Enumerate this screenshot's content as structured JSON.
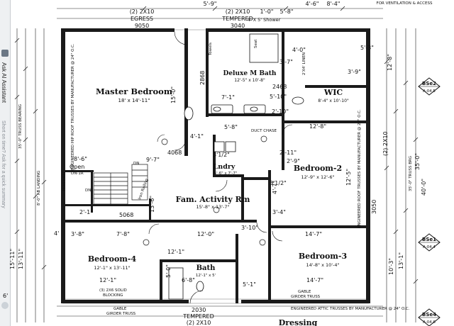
{
  "sidebar": {
    "title": "Ask AI Assistant",
    "hint": "Short on time? Ask for a quick summary"
  },
  "top": {
    "egress_left": [
      "(2) 2X10",
      "EGRESS",
      "9050"
    ],
    "egress_mid": [
      "(2) 2X10",
      "TEMPERED",
      "3040"
    ],
    "dims": [
      "5'-9\"",
      "1'-0\"",
      "5'-8\"",
      "4'-6\"",
      "8'-4\""
    ],
    "vent_note": "FOR VENTILATION & ACCESS",
    "shower": "4' X 5' Shower"
  },
  "rooms": {
    "master": {
      "name": "Master Bedroom",
      "size": "18' x 14'-11\""
    },
    "deluxe": {
      "name": "Deluxe M Bath",
      "size": "12'-5\" x 10'-8\""
    },
    "wic": {
      "name": "WIC",
      "size": "8'-4\" x 10'-10\""
    },
    "laundry": {
      "name": "Lndry",
      "size": "5'-6\" x 7'-7\""
    },
    "bed2": {
      "name": "Bedroom-2",
      "size": "12'-9\" x 12'-6\""
    },
    "family": {
      "name": "Fam. Activity Rm",
      "size": "15'-8\" x 13'-7\""
    },
    "bed4": {
      "name": "Bedroom-4",
      "size": "12'-1\" x 13'-11\""
    },
    "bath": {
      "name": "Bath",
      "size": "12'-1\" x 5'"
    },
    "bed3": {
      "name": "Bedroom-3",
      "size": "14'-8\" x 10'-4\""
    },
    "dressing": {
      "name": "Dressing"
    }
  },
  "notes": {
    "hip_truss": "ENGINEERED HIP ROOF TRUSSES BY MANUFACTURER @ 24\" O.C.",
    "roof_truss": "ENGINEERED ROOF TRUSSES BY MANUFACTURER @ 24\" O.C.",
    "attic_truss": "ENGINEERED ATTIC TRUSSES BY MANUFACTURER @ 24\" O.C.",
    "gable_left": [
      "GABLE",
      "GIRDER TRUSS"
    ],
    "gable_right": [
      "GABLE",
      "GIRDER TRUSS"
    ],
    "blocking": [
      "(3) 2X6 SOLID",
      "BLOCKING"
    ],
    "linen": "2'X4' LINEN",
    "chase": "DUCT CHASE",
    "tempered": "TEMPERED",
    "open": "Open",
    "open_sub": "DN-1R",
    "dn": "DN",
    "rail": "Iron Railing",
    "towels": "Towels",
    "seat": "Seat",
    "truss_bearing": "35'-0\" TRUSS BEARING",
    "truss_brg": "35'-0\" TRUSS BRG",
    "ab_leveling": "8'-0\" AB LANDING"
  },
  "labels": {
    "l1": "8'-6\"",
    "l2": "9'-7\"",
    "l3": "4'-1\"",
    "l4": "5'-8\"",
    "l5": "7'-1\"",
    "l6": "5'-10\"",
    "l7": "2'-10\"",
    "l8": "4'-0\"",
    "l9": "12'-8\"",
    "l10": "12'-5\"",
    "l11": "15'-0\"",
    "l12": "3'-8\"",
    "l13": "7'-8\"",
    "l14": "12'-0\"",
    "l15": "14'-7\"",
    "l16": "13'-6\"",
    "l17": "3'-10\"",
    "l18": "6'-8\"",
    "l19": "5'-1\"",
    "l20": "12'-1\"",
    "l21": "14'-7\"",
    "l22": "5'-0\"",
    "l23": "2'-1\"",
    "l24": "2'-9\"",
    "l25": "4'-7\"",
    "l26": "3'-4\"",
    "l27": "6'",
    "l28": "2868",
    "l29": "4068",
    "l30": "5068",
    "l31": "3050",
    "l32": "2468",
    "l33": "2030",
    "l34": "3'1/2\"",
    "l35": "3'1/2\"",
    "l36": "15'-11\"",
    "l37": "13'-11\"",
    "l38": "10'-3\"",
    "l39": "13'-1\"",
    "l40": "40'-0\"",
    "l41": "35'-0\"",
    "l42": "12'-8\"",
    "l43": "5'-3\"",
    "l44": "3'-9\"",
    "l45": "4'",
    "l46": "(2) 2X10",
    "l47": "3'-7\"",
    "l48": "12'-1\"",
    "l49": "2'-11\""
  },
  "sections": [
    {
      "id": "BSe2",
      "sheet": "A-04.5"
    },
    {
      "id": "BSe1",
      "sheet": "A-04.4"
    },
    {
      "id": "BSe4",
      "sheet": "A-04.6"
    }
  ],
  "bottom": {
    "tempered": "TEMPERED",
    "size": "(2) 2X10"
  }
}
